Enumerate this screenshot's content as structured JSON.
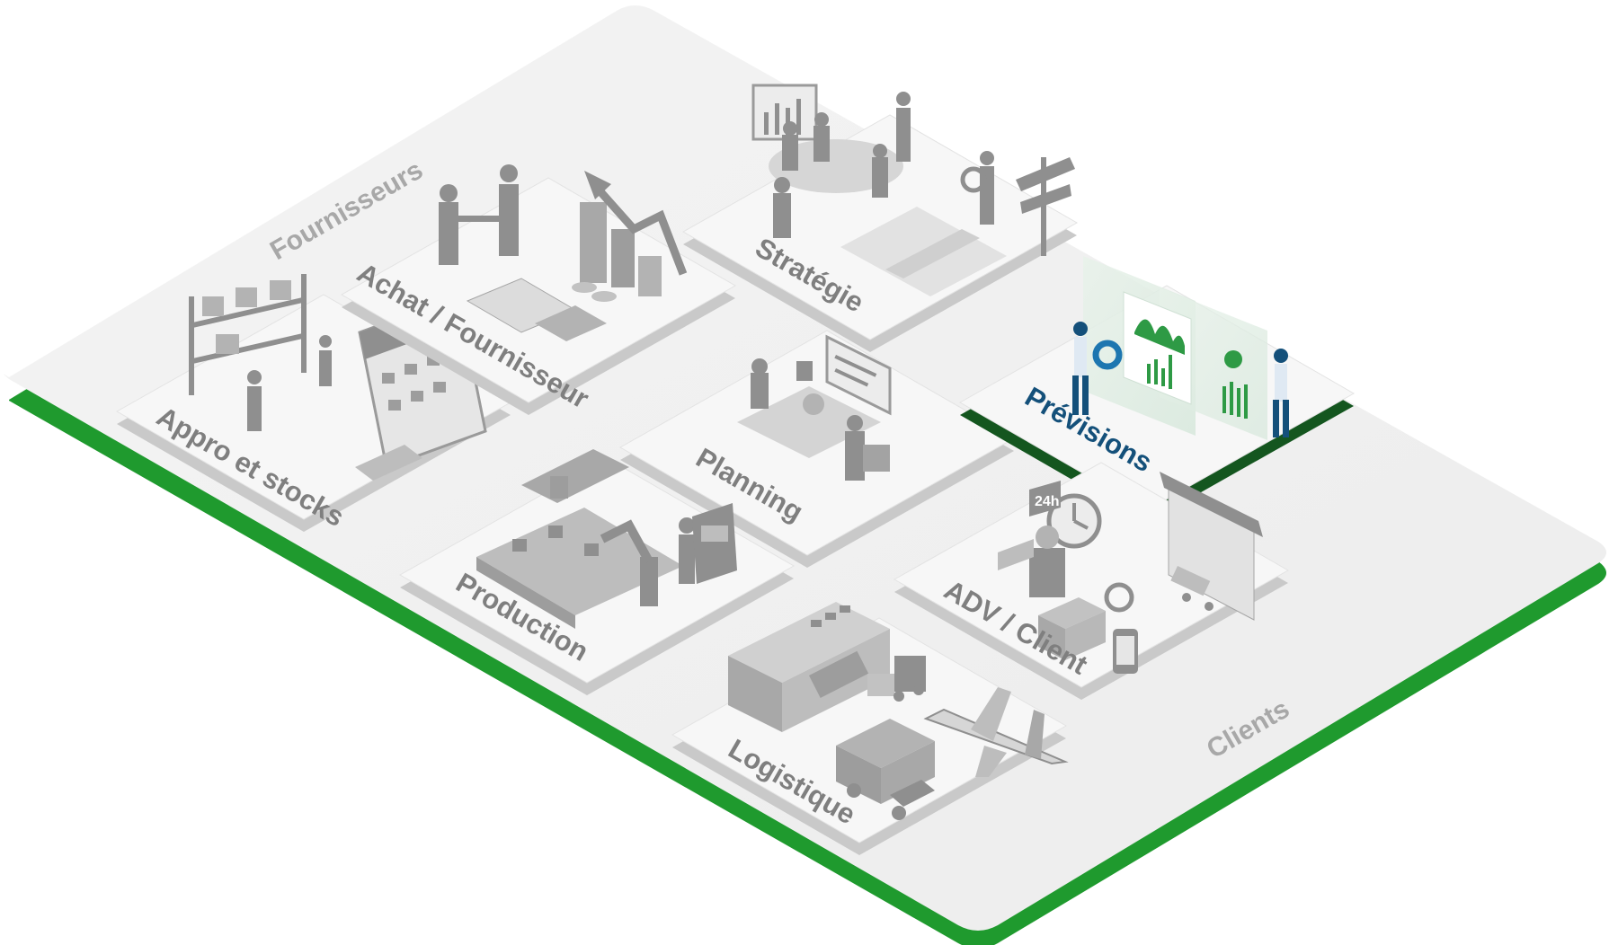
{
  "colors": {
    "accent_green": "#1f9a2e",
    "highlight_blue": "#14507a",
    "platform_fill": "#f2f2f2",
    "tile_fill": "#f7f7f7",
    "tile_side": "#c9c9c9",
    "icon_gray": "#8f8f8f",
    "label_gray": "#7f7f7f"
  },
  "edges": {
    "top_left": "Fournisseurs",
    "bottom_right": "Clients"
  },
  "tiles": {
    "appro": {
      "label": "Appro et stocks",
      "icon": "warehouse-shelves-calendar-icon"
    },
    "achat": {
      "label": "Achat / Fournisseur",
      "icon": "handshake-chart-icon"
    },
    "strategie": {
      "label": "Stratégie",
      "icon": "meeting-signpost-icon"
    },
    "planning": {
      "label": "Planning",
      "icon": "planning-meeting-icon"
    },
    "previsions": {
      "label": "Prévisions",
      "icon": "forecast-dashboard-icon",
      "highlighted": true
    },
    "production": {
      "label": "Production",
      "icon": "factory-robot-icon"
    },
    "adv": {
      "label": "ADV / Client",
      "icon": "customer-service-shop-icon"
    },
    "logistique": {
      "label": "Logistique",
      "icon": "warehouse-truck-plane-icon"
    }
  }
}
